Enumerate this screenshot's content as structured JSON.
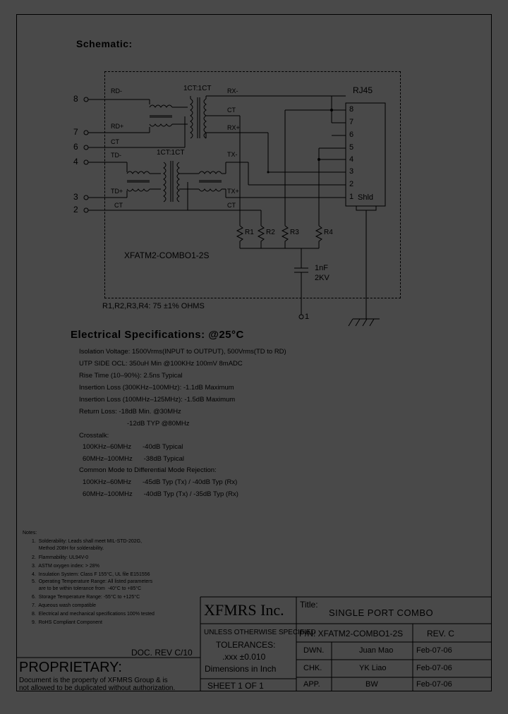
{
  "schematic": {
    "title": "Schematic:",
    "part_label": "XFATM2-COMBO1-2S",
    "resistor_note": "R1,R2,R3,R4: 75 ±1% OHMS",
    "left_pins": [
      "8",
      "7",
      "6",
      "4",
      "3",
      "2"
    ],
    "left_signals": [
      "RD-",
      "RD+",
      "CT",
      "TD-",
      "TD+",
      "CT"
    ],
    "ratio_top": "1CT:1CT",
    "ratio_bottom": "1CT:1CT",
    "right_signals": [
      "RX-",
      "CT",
      "RX+",
      "TX-",
      "TX+",
      "CT"
    ],
    "rj45_label": "RJ45",
    "rj45_pins": [
      "8",
      "7",
      "6",
      "5",
      "4",
      "3",
      "2",
      "1"
    ],
    "shield_label": "Shld",
    "resistors": [
      "R1",
      "R2",
      "R3",
      "R4"
    ],
    "cap_value": "1nF",
    "cap_voltage": "2KV",
    "ground_pin": "1"
  },
  "electrical": {
    "title": "Electrical   Specifications:  @25°C",
    "lines": [
      "Isolation Voltage:  1500Vrms(INPUT to OUTPUT), 500Vrms(TD to RD)",
      "UTP SIDE OCL:  350uH Min @100KHz 100mV 8mADC",
      "Rise Time (10–90%):  2.5ns Typical",
      "Insertion Loss (300KHz–100MHz):  -1.1dB Maximum",
      "Insertion Loss (100MHz–125MHz):  -1.5dB Maximum",
      "Return Loss:  -18dB Min. @30MHz",
      "-12dB TYP @80MHz",
      "Crosstalk:",
      "100KHz–60MHz      -40dB Typical",
      "60MHz–100MHz      -38dB Typical",
      "Common Mode to Differential Mode Rejection:",
      "100KHz–60MHz      -45dB Typ (Tx) / -40dB Typ (Rx)",
      "60MHz–100MHz      -40dB Typ (Tx) / -35dB Typ (Rx)"
    ]
  },
  "notes": {
    "title": "Notes:",
    "items": [
      "1.  Solderability: Leads shall meet MIL-STD-202G,",
      "     Method 208H for solderability.",
      "2.  Flammability: UL94V-0",
      "3.  ASTM oxygen index: > 28%",
      "4.  Insulation System: Class F 155°C, UL file E151556",
      "5.  Operating Temperature Range: All listed parameters",
      "     are to be within tolerance from  -40°C to +85°C",
      "6.  Storage Temperature Range: -55°C to +125°C",
      "7.  Aqueous wash compatible",
      "8.  Electrical and mechanical specifications 100% tested",
      "9.  RoHS Compliant Component"
    ]
  },
  "title_block": {
    "doc_rev": "DOC. REV C/10",
    "proprietary": "PROPRIETARY:",
    "prop_text_1": "Document is the property of XFMRS Group & is",
    "prop_text_2": "not allowed to be duplicated without authorization.",
    "company": "XFMRS Inc.",
    "title_label": "Title:",
    "title_value": "SINGLE PORT COMBO",
    "unless": "UNLESS OTHERWISE SPECIFIED",
    "tolerances": "TOLERANCES:",
    "tol_value": ".xxx ±0.010",
    "dimensions": "Dimensions in Inch",
    "sheet": "SHEET  1  OF  1",
    "pn": "P/N: XFATM2-COMBO1-2S",
    "rev": "REV. C",
    "rows": [
      {
        "label": "DWN.",
        "name": "Juan Mao",
        "date": "Feb-07-06"
      },
      {
        "label": "CHK.",
        "name": "YK Liao",
        "date": "Feb-07-06"
      },
      {
        "label": "APP.",
        "name": "BW",
        "date": "Feb-07-06"
      }
    ]
  }
}
